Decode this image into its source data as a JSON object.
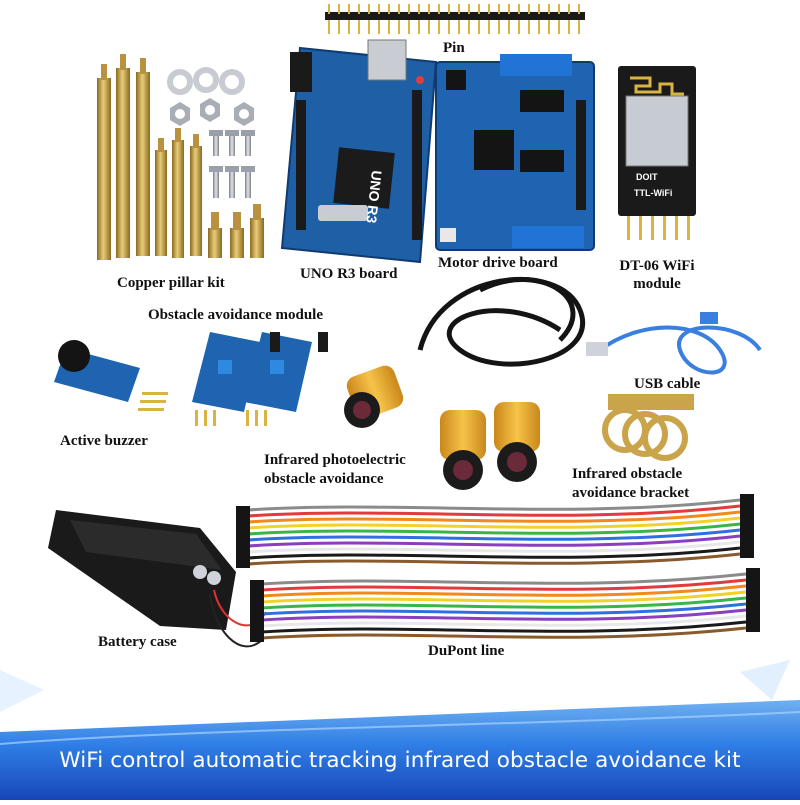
{
  "labels": {
    "pin": "Pin",
    "copper_pillar_kit": "Copper pillar kit",
    "uno_r3_board": "UNO R3 board",
    "motor_drive_board": "Motor drive board",
    "dt06_line1": "DT-06 WiFi",
    "dt06_line2": "module",
    "obstacle_avoidance_module": "Obstacle avoidance module",
    "usb_cable": "USB cable",
    "active_buzzer": "Active buzzer",
    "ir_photo_line1": "Infrared photoelectric",
    "ir_photo_line2": "obstacle avoidance",
    "ir_bracket_line1": "Infrared obstacle",
    "ir_bracket_line2": "avoidance bracket",
    "battery_case": "Battery case",
    "dupont_line": "DuPont line"
  },
  "board_print": {
    "uno": "UNO R3",
    "wifi_chip": "TTL-WiFi",
    "wifi_brand": "DOIT"
  },
  "footer": {
    "title": "WiFi control automatic tracking infrared obstacle avoidance kit"
  },
  "colors": {
    "footer_blue": "#1b5fd6",
    "pcb_blue": "#1d5fa8",
    "brass": "#c9a44a",
    "sensor_yellow": "#f2b430"
  }
}
